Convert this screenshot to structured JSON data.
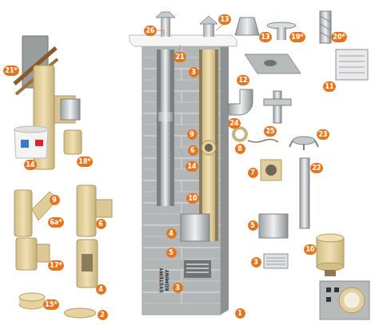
{
  "diagram": {
    "labels": [
      "26",
      "13",
      "13",
      "19*",
      "20*",
      "21*",
      "21",
      "12",
      "11",
      "18*",
      "14",
      "24",
      "25",
      "23",
      "8",
      "22",
      "9",
      "7",
      "6a*",
      "6",
      "10",
      "17*",
      "4",
      "5",
      "3",
      "15*",
      "2",
      "1",
      "3",
      "9",
      "6",
      "14",
      "10",
      "4",
      "5",
      "3",
      "SYSTEMY",
      "KOMINY"
    ]
  }
}
